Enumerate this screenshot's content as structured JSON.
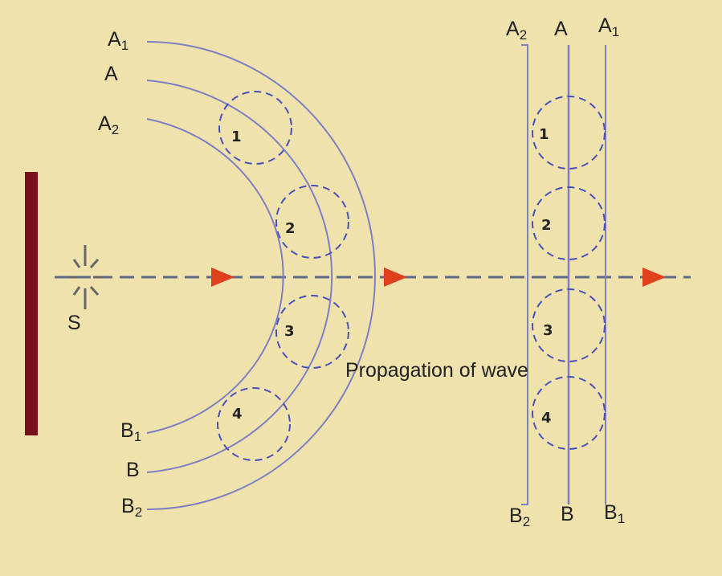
{
  "colors": {
    "background": "#f0e2ad",
    "wavefront_line": "#7d7fc2",
    "circle_dash": "#4a4fb8",
    "axis_dash": "#5c6a86",
    "arrow": "#e0401c",
    "mirror": "#7a0f1c",
    "source": "#666666"
  },
  "source_label": "S",
  "caption": "Propagation of wave",
  "spherical": {
    "top_labels": {
      "outer": "A",
      "outer_sub": "1",
      "middle": "A",
      "inner": "A",
      "inner_sub": "2"
    },
    "bottom_labels": {
      "inner": "B",
      "inner_sub": "1",
      "middle": "B",
      "outer": "B",
      "outer_sub": "2"
    },
    "wavelet_numbers": [
      "1",
      "2",
      "3",
      "4"
    ]
  },
  "plane": {
    "top_labels": {
      "left": "A",
      "left_sub": "2",
      "center": "A",
      "right": "A",
      "right_sub": "1"
    },
    "bottom_labels": {
      "left": "B",
      "left_sub": "2",
      "center": "B",
      "right": "B",
      "right_sub": "1"
    },
    "wavelet_numbers": [
      "1",
      "2",
      "3",
      "4"
    ]
  },
  "icons": {
    "source": "point-source-icon",
    "arrow": "direction-arrow-icon"
  }
}
